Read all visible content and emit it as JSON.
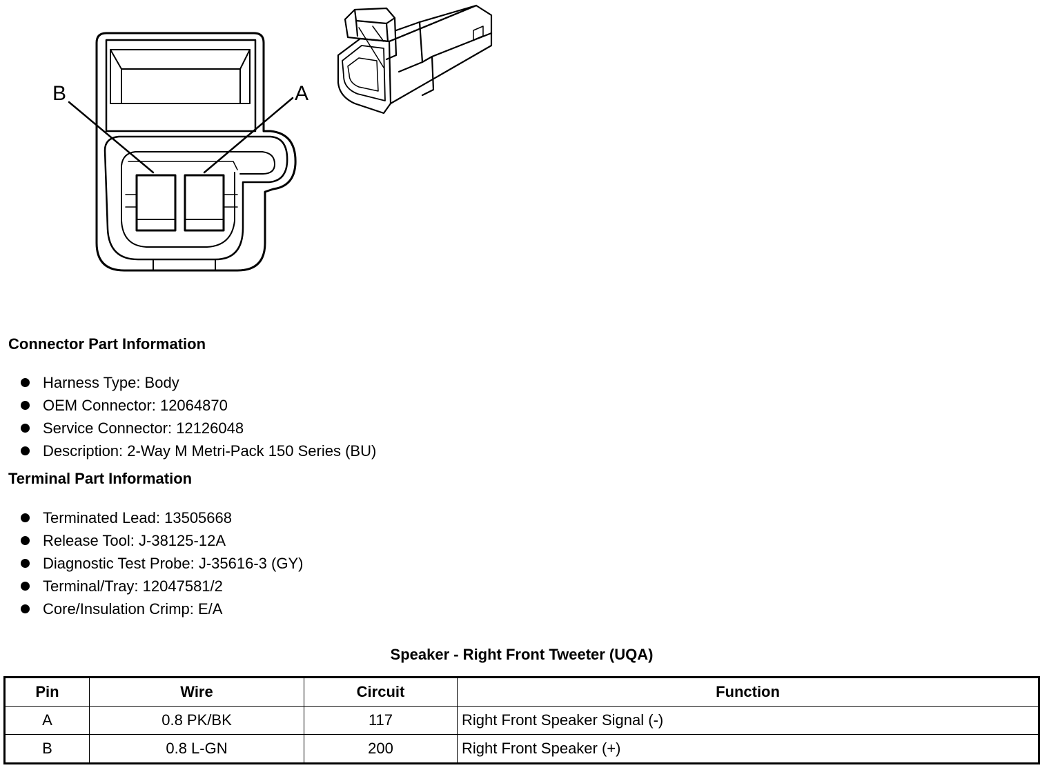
{
  "diagram": {
    "pin_labels": [
      "B",
      "A"
    ]
  },
  "connector_info": {
    "title": "Connector Part Information",
    "items": [
      "Harness Type: Body",
      "OEM Connector: 12064870",
      "Service Connector: 12126048",
      "Description: 2-Way M Metri-Pack 150 Series (BU)"
    ]
  },
  "terminal_info": {
    "title": "Terminal Part Information",
    "items": [
      "Terminated Lead: 13505668",
      "Release Tool: J-38125-12A",
      "Diagnostic Test Probe: J-35616-3 (GY)",
      "Terminal/Tray: 12047581/2",
      "Core/Insulation Crimp: E/A"
    ]
  },
  "pinout": {
    "title": "Speaker - Right Front Tweeter (UQA)",
    "headers": [
      "Pin",
      "Wire",
      "Circuit",
      "Function"
    ],
    "rows": [
      [
        "A",
        "0.8 PK/BK",
        "117",
        "Right Front Speaker Signal (-)"
      ],
      [
        "B",
        "0.8 L-GN",
        "200",
        "Right Front Speaker (+)"
      ]
    ]
  }
}
